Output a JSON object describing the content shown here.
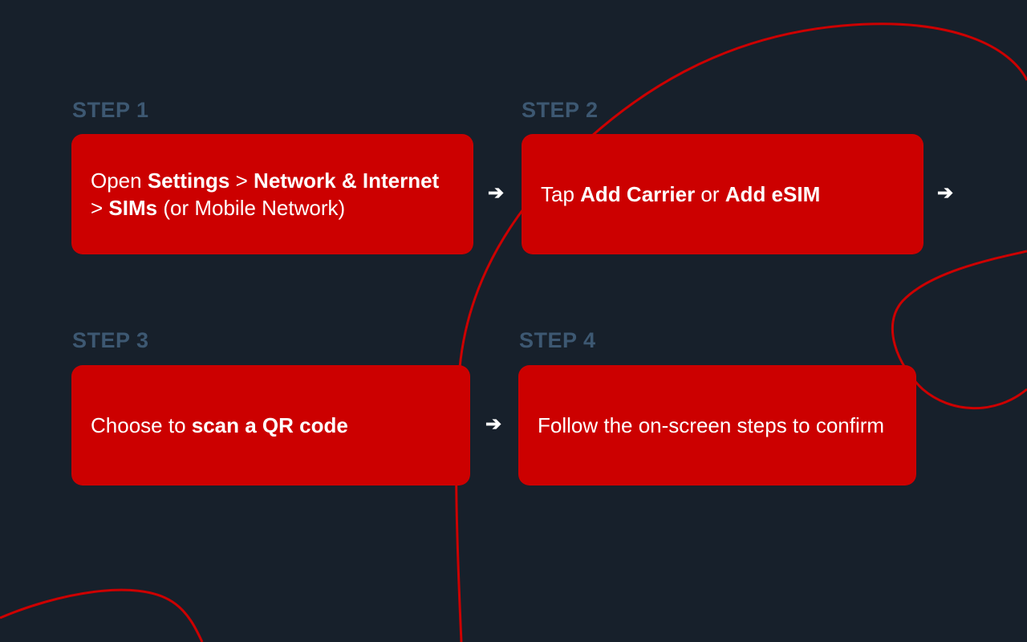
{
  "colors": {
    "background": "#17202b",
    "card": "#cc0000",
    "step_label": "#3d5872",
    "curve": "#cc0000",
    "text": "#ffffff"
  },
  "steps": [
    {
      "label": "STEP 1",
      "parts": [
        {
          "text": "Open ",
          "bold": false
        },
        {
          "text": "Settings",
          "bold": true
        },
        {
          "text": " > ",
          "bold": false
        },
        {
          "text": "Network & Internet",
          "bold": true
        },
        {
          "text": " > ",
          "bold": false
        },
        {
          "text": "SIMs",
          "bold": true
        },
        {
          "text": " (or Mobile Network)",
          "bold": false
        }
      ]
    },
    {
      "label": "STEP 2",
      "parts": [
        {
          "text": "Tap ",
          "bold": false
        },
        {
          "text": "Add Carrier",
          "bold": true
        },
        {
          "text": " or ",
          "bold": false
        },
        {
          "text": "Add eSIM",
          "bold": true
        }
      ]
    },
    {
      "label": "STEP 3",
      "parts": [
        {
          "text": "Choose to ",
          "bold": false
        },
        {
          "text": "scan a QR code",
          "bold": true
        }
      ]
    },
    {
      "label": "STEP 4",
      "parts": [
        {
          "text": "Follow the on-screen steps to confirm",
          "bold": false
        }
      ]
    }
  ],
  "arrow_icon": "arrow-right-icon"
}
